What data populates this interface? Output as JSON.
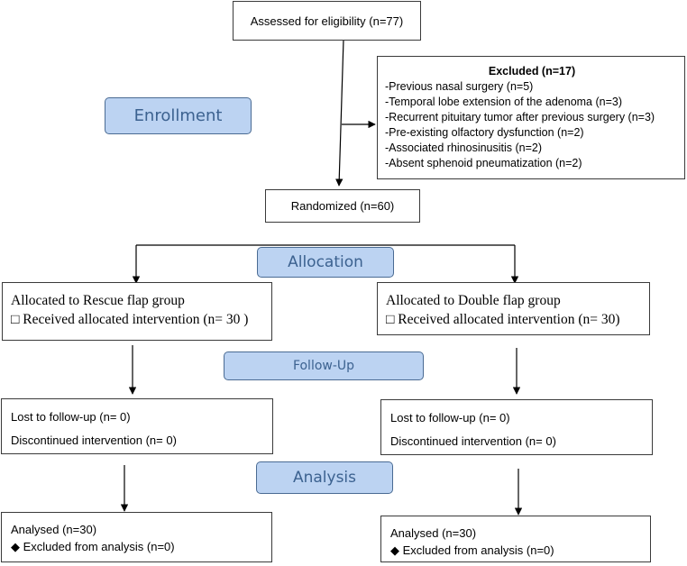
{
  "assessed": {
    "text": "Assessed for eligibility (n=77)"
  },
  "excluded": {
    "title": "Excluded (n=17)",
    "reasons": [
      "-Previous nasal surgery (n=5)",
      "-Temporal lobe extension of the adenoma (n=3)",
      "-Recurrent pituitary tumor after previous surgery (n=3)",
      "-Pre-existing olfactory dysfunction (n=2)",
      "-Associated rhinosinusitis (n=2)",
      "-Absent sphenoid pneumatization (n=2)"
    ]
  },
  "randomized": {
    "text": "Randomized (n=60)"
  },
  "stages": {
    "enrollment": "Enrollment",
    "allocation": "Allocation",
    "followup": "Follow-Up",
    "analysis": "Analysis"
  },
  "left": {
    "allocated": "Allocated to Rescue flap group",
    "received": "□ Received allocated intervention (n= 30 )",
    "lost": "Lost to follow-up (n= 0)",
    "discontinued": "Discontinued intervention (n= 0)",
    "analysed": "Analysed (n=30)",
    "excluded": "◆ Excluded from analysis (n=0)"
  },
  "right": {
    "allocated": "Allocated to Double flap group",
    "received": "□ Received allocated intervention (n= 30)",
    "lost": "Lost to follow-up (n= 0)",
    "discontinued": "Discontinued intervention (n= 0)",
    "analysed": "Analysed (n=30)",
    "excluded": "◆ Excluded from analysis (n=0)"
  },
  "colors": {
    "stage_fill": "#bcd3f2",
    "stage_border": "#4a6b93",
    "stage_text": "#3c6290",
    "line": "#000000"
  }
}
